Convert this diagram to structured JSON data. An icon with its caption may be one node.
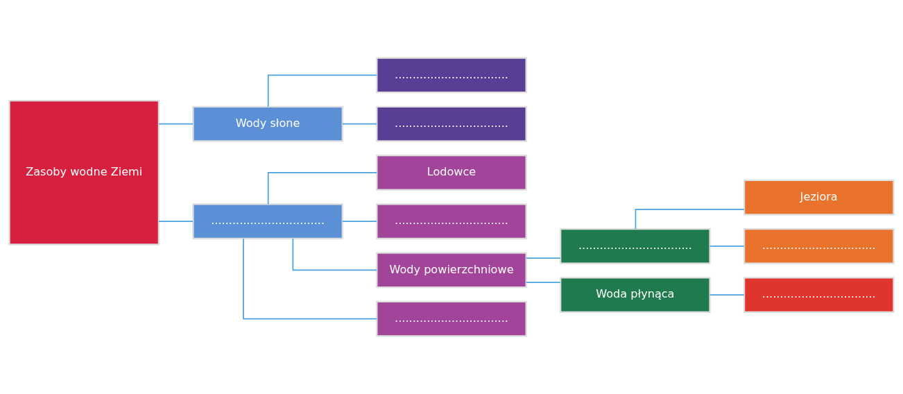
{
  "diagram": {
    "nodes": [
      {
        "text": [
          "Zasoby wodne Ziemi"
        ]
      },
      {
        "text": [
          "Wody słone"
        ]
      },
      {
        "text": [
          "................................"
        ]
      },
      {
        "text": [
          "................................"
        ]
      },
      {
        "text": [
          "................................"
        ]
      },
      {
        "text": [
          "Lodowce"
        ]
      },
      {
        "text": [
          "................................"
        ]
      },
      {
        "text": [
          "Wody powierzchniowe"
        ]
      },
      {
        "text": [
          "................................"
        ]
      },
      {
        "text": [
          "................................"
        ]
      },
      {
        "text": [
          "Woda płynąca"
        ]
      },
      {
        "text": [
          "Jeziora"
        ]
      },
      {
        "text": [
          "................................"
        ]
      },
      {
        "text": [
          "................................"
        ]
      }
    ],
    "edges": [
      {
        "from": 0,
        "to": 1,
        "arrow": "none"
      },
      {
        "from": 0,
        "to": 2,
        "arrow": "none"
      },
      {
        "from": 1,
        "to": 3,
        "arrow": "none"
      },
      {
        "from": 1,
        "to": 4,
        "arrow": "none"
      },
      {
        "from": 2,
        "to": 5,
        "arrow": "none"
      },
      {
        "from": 2,
        "to": 6,
        "arrow": "none"
      },
      {
        "from": 2,
        "to": 7,
        "arrow": "none"
      },
      {
        "from": 2,
        "to": 8,
        "arrow": "none"
      },
      {
        "from": 7,
        "to": 9,
        "arrow": "none"
      },
      {
        "from": 7,
        "to": 10,
        "arrow": "none"
      },
      {
        "from": 9,
        "to": 11,
        "arrow": "none"
      },
      {
        "from": 9,
        "to": 12,
        "arrow": "none"
      },
      {
        "from": 10,
        "to": 13,
        "arrow": "none"
      }
    ]
  }
}
